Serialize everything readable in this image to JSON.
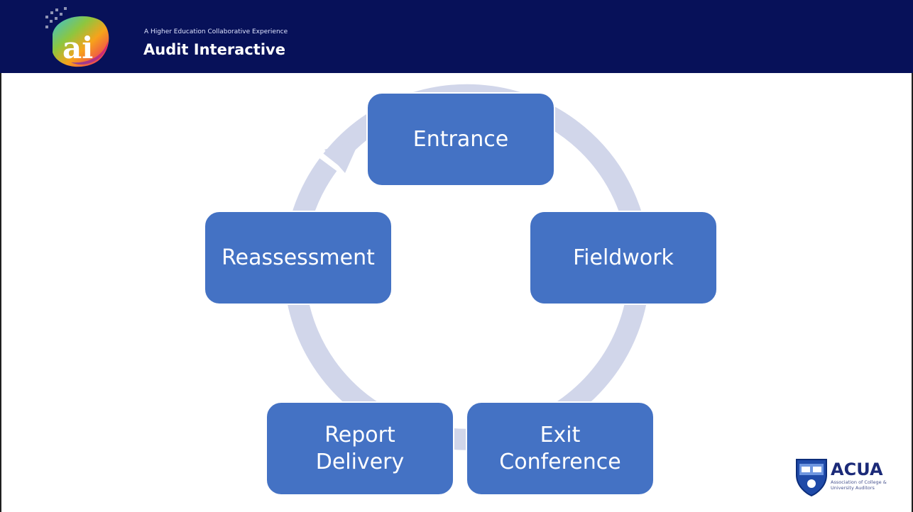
{
  "header": {
    "tagline": "A Higher Education Collaborative Experience",
    "title": "Audit Interactive",
    "logo_text": "ai",
    "background": "#071159"
  },
  "cycle": {
    "node_color": "#4472c4",
    "ring_color": "#d1d6ea",
    "nodes": [
      {
        "label": "Entrance"
      },
      {
        "label": "Fieldwork"
      },
      {
        "label": "Exit\nConference"
      },
      {
        "label": "Report\nDelivery"
      },
      {
        "label": "Reassessment"
      }
    ]
  },
  "footer_logo": {
    "name": "ACUA",
    "subtitle": "Association of College & University Auditors"
  }
}
